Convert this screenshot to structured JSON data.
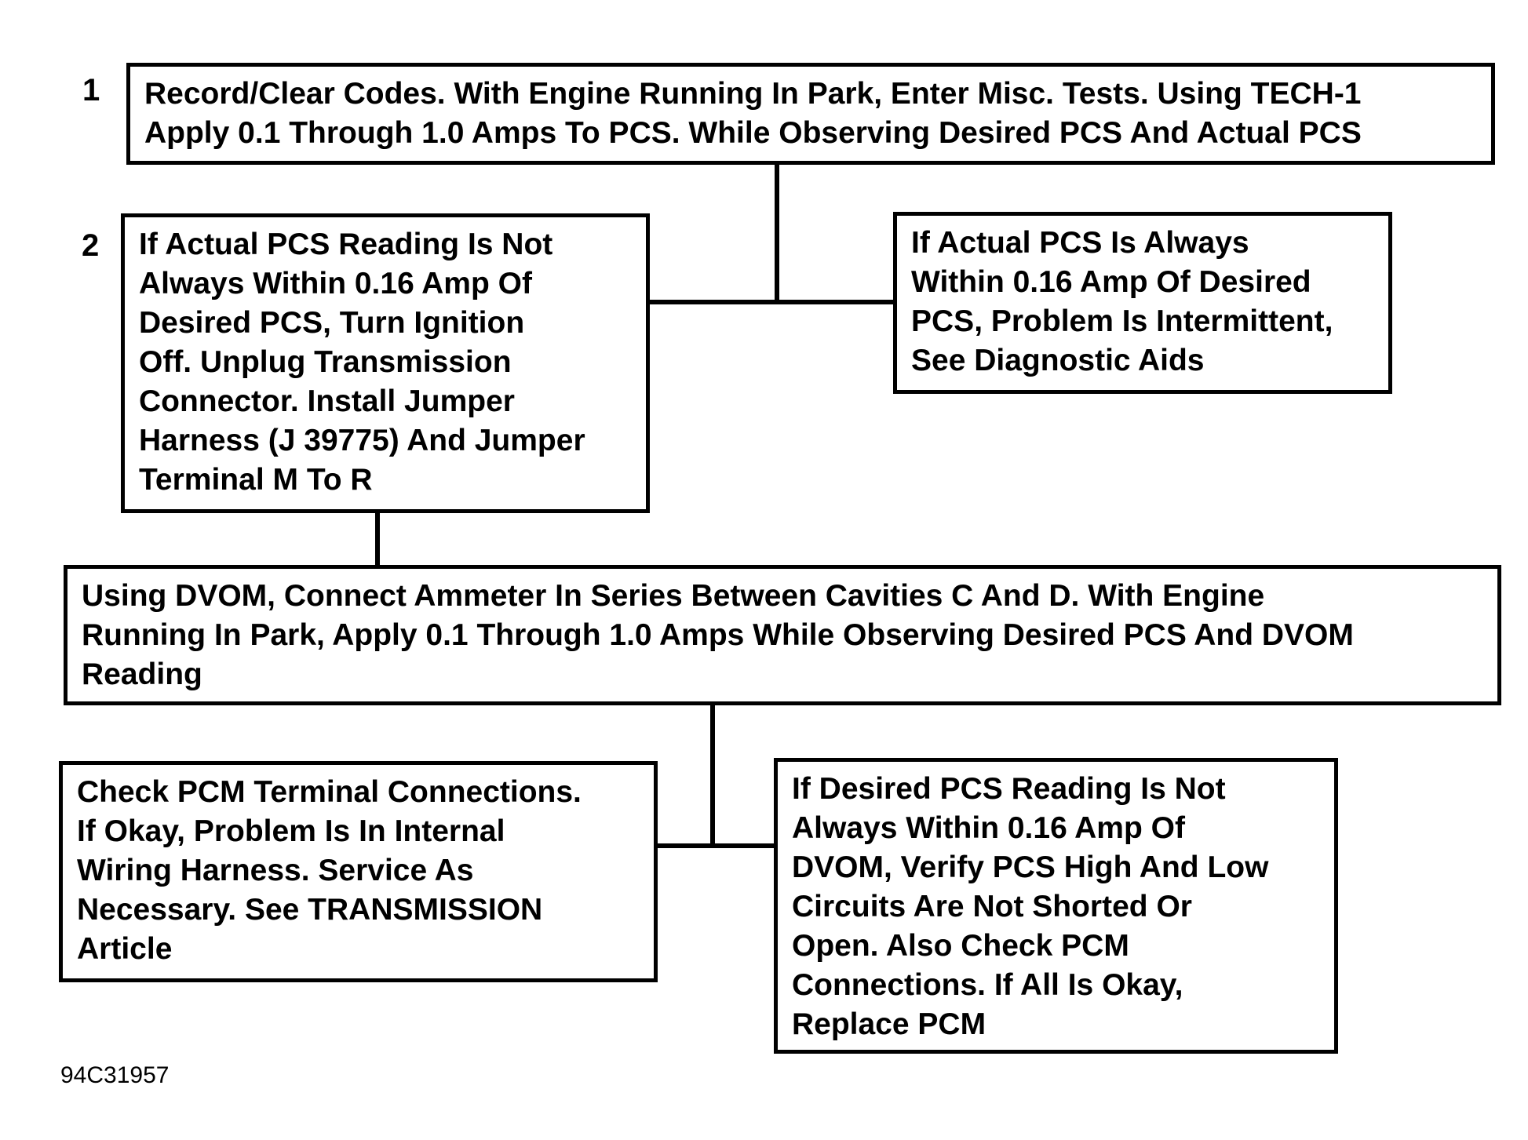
{
  "step_numbers": {
    "step1": "1",
    "step2": "2"
  },
  "boxes": {
    "box1": "Record/Clear Codes. With Engine Running In Park, Enter Misc. Tests. Using TECH-1\nApply 0.1 Through 1.0 Amps To PCS. While Observing Desired PCS And Actual PCS",
    "box2_left": "If Actual PCS Reading Is Not\nAlways Within 0.16 Amp Of\nDesired PCS, Turn Ignition\nOff. Unplug Transmission\nConnector. Install Jumper\nHarness (J 39775) And Jumper\nTerminal M To R",
    "box2_right": "If Actual PCS Is Always\nWithin 0.16 Amp Of Desired\nPCS, Problem Is Intermittent,\nSee Diagnostic Aids",
    "box3": "Using DVOM, Connect Ammeter In Series Between Cavities C And D. With Engine\nRunning In Park, Apply 0.1 Through 1.0 Amps While  Observing Desired PCS And DVOM\nReading",
    "box4_left": "Check PCM Terminal Connections.\nIf Okay, Problem Is In Internal\nWiring Harness. Service As\nNecessary. See TRANSMISSION\nArticle",
    "box4_right": "If Desired PCS Reading Is Not\nAlways Within 0.16 Amp Of\nDVOM, Verify PCS High And Low\nCircuits Are Not Shorted Or\nOpen. Also Check PCM\nConnections. If All Is Okay,\nReplace PCM"
  },
  "figure_id": "94C31957"
}
